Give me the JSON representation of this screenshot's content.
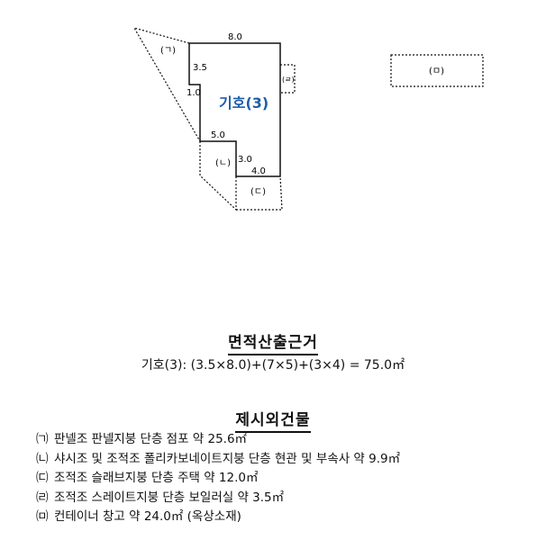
{
  "plan": {
    "labels": {
      "a": "(ㄱ)",
      "b": "(ㄴ)",
      "c": "(ㄷ)",
      "d": "(ㄹ)",
      "e": "(ㅁ)"
    },
    "dimensions": {
      "top": "8.0",
      "left_upper": "3.5",
      "left_step": "1.0",
      "mid_step": "5.0",
      "lower_vertical": "3.0",
      "bottom": "4.0"
    },
    "symbol": "기호(3)",
    "symbol_color": "#1f5fa8"
  },
  "area": {
    "title": "면적산출근거",
    "formula": "기호(3): (3.5×8.0)+(7×5)+(3×4) = 75.0㎡"
  },
  "outbuildings": {
    "title": "제시외건물",
    "items": [
      {
        "mark": "㈀",
        "text": "판넬조 판넬지붕 단층 점포 약 25.6㎡"
      },
      {
        "mark": "㈁",
        "text": "샤시조 및 조적조 폴리카보네이트지붕 단층 현관 및 부속사 약 9.9㎡"
      },
      {
        "mark": "㈂",
        "text": "조적조 슬래브지붕 단층 주택 약 12.0㎡"
      },
      {
        "mark": "㈃",
        "text": "조적조 스레이트지붕 단층 보일러실 약 3.5㎡"
      },
      {
        "mark": "㈄",
        "text": "컨테이너 창고 약 24.0㎡ (옥상소재)"
      }
    ]
  }
}
